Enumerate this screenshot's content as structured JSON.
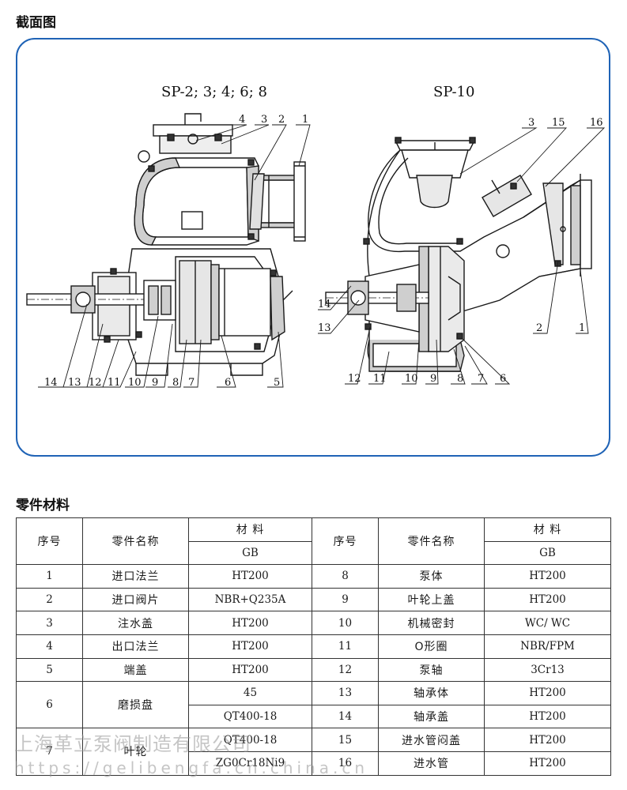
{
  "section1_title": "截面图",
  "section2_title": "零件材料",
  "diagram": {
    "left_model": "SP-2; 3; 4; 6; 8",
    "right_model": "SP-10",
    "left_top_labels": [
      "4",
      "3",
      "2",
      "1"
    ],
    "left_bottom_labels": [
      "14",
      "13",
      "12",
      "11",
      "10",
      "9",
      "8",
      "7",
      "6",
      "5"
    ],
    "right_top_labels": [
      "3",
      "15",
      "16"
    ],
    "right_left_labels": [
      "14",
      "13"
    ],
    "right_bottom_labels": [
      "12",
      "11",
      "10",
      "9",
      "8",
      "7",
      "6"
    ],
    "right_side_labels": [
      "2",
      "1"
    ]
  },
  "table": {
    "headers": {
      "no": "序号",
      "name": "零件名称",
      "material": "材 料",
      "standard": "GB"
    },
    "left_rows": [
      {
        "no": "1",
        "name": "进口法兰",
        "material": "HT200"
      },
      {
        "no": "2",
        "name": "进口阀片",
        "material": "NBR+Q235A"
      },
      {
        "no": "3",
        "name": "注水盖",
        "material": "HT200"
      },
      {
        "no": "4",
        "name": "出口法兰",
        "material": "HT200"
      },
      {
        "no": "5",
        "name": "端盖",
        "material": "HT200"
      },
      {
        "no": "6",
        "name": "磨损盘",
        "materials": [
          "45",
          "QT400-18"
        ]
      },
      {
        "no": "7",
        "name": "叶轮",
        "materials": [
          "QT400-18",
          "ZG0Cr18Ni9"
        ]
      }
    ],
    "right_rows": [
      {
        "no": "8",
        "name": "泵体",
        "material": "HT200"
      },
      {
        "no": "9",
        "name": "叶轮上盖",
        "material": "HT200"
      },
      {
        "no": "10",
        "name": "机械密封",
        "material": "WC/ WC"
      },
      {
        "no": "11",
        "name": "O形圈",
        "material": "NBR/FPM"
      },
      {
        "no": "12",
        "name": "泵轴",
        "material": "3Cr13"
      },
      {
        "no": "13",
        "name": "轴承体",
        "material": "HT200"
      },
      {
        "no": "14",
        "name": "轴承盖",
        "material": "HT200"
      },
      {
        "no": "15",
        "name": "进水管闷盖",
        "material": "HT200"
      },
      {
        "no": "16",
        "name": "进水管",
        "material": "HT200"
      }
    ]
  },
  "watermark": {
    "company": "上海革立泵阀制造有限公司",
    "url": "https://gelibengfa.cn.china.cn"
  },
  "colors": {
    "frame": "#1f63b6",
    "line": "#1a1a1a",
    "watermark": "#969696"
  }
}
